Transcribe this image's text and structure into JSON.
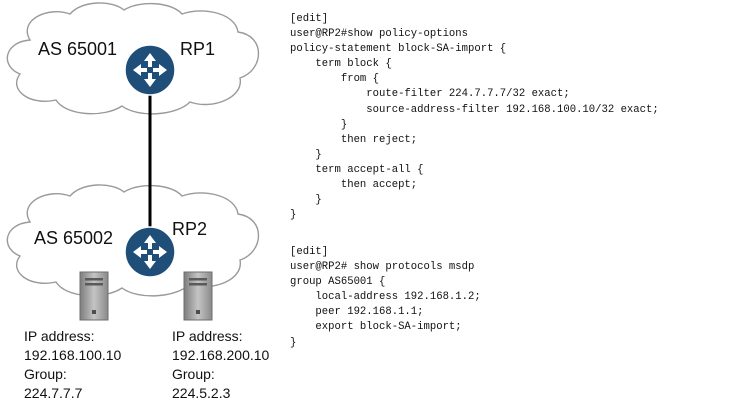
{
  "clouds": {
    "top": {
      "as_label": "AS 65001",
      "router_label": "RP1"
    },
    "bottom": {
      "as_label": "AS 65002",
      "router_label": "RP2"
    }
  },
  "hosts": [
    {
      "line1": "IP address:",
      "line2": "192.168.100.10",
      "line3": "Group:",
      "line4": "224.7.7.7"
    },
    {
      "line1": "IP address:",
      "line2": "192.168.200.10",
      "line3": "Group:",
      "line4": "224.5.2.3"
    }
  ],
  "config_top": [
    "[edit]",
    "user@RP2#show policy-options",
    "policy-statement block-SA-import {",
    "    term block {",
    "        from {",
    "            route-filter 224.7.7.7/32 exact;",
    "            source-address-filter 192.168.100.10/32 exact;",
    "        }",
    "        then reject;",
    "    }",
    "    term accept-all {",
    "        then accept;",
    "    }",
    "}"
  ],
  "config_bottom": [
    "[edit]",
    "user@RP2# show protocols msdp",
    "group AS65001 {",
    "    local-address 192.168.1.2;",
    "    peer 192.168.1.1;",
    "    export block-SA-import;",
    "}"
  ],
  "colors": {
    "router_fill": "#1f4e79",
    "router_arrows": "#ffffff",
    "cloud_outline": "#9a9a9a",
    "server_body": "#a8a8a8"
  }
}
